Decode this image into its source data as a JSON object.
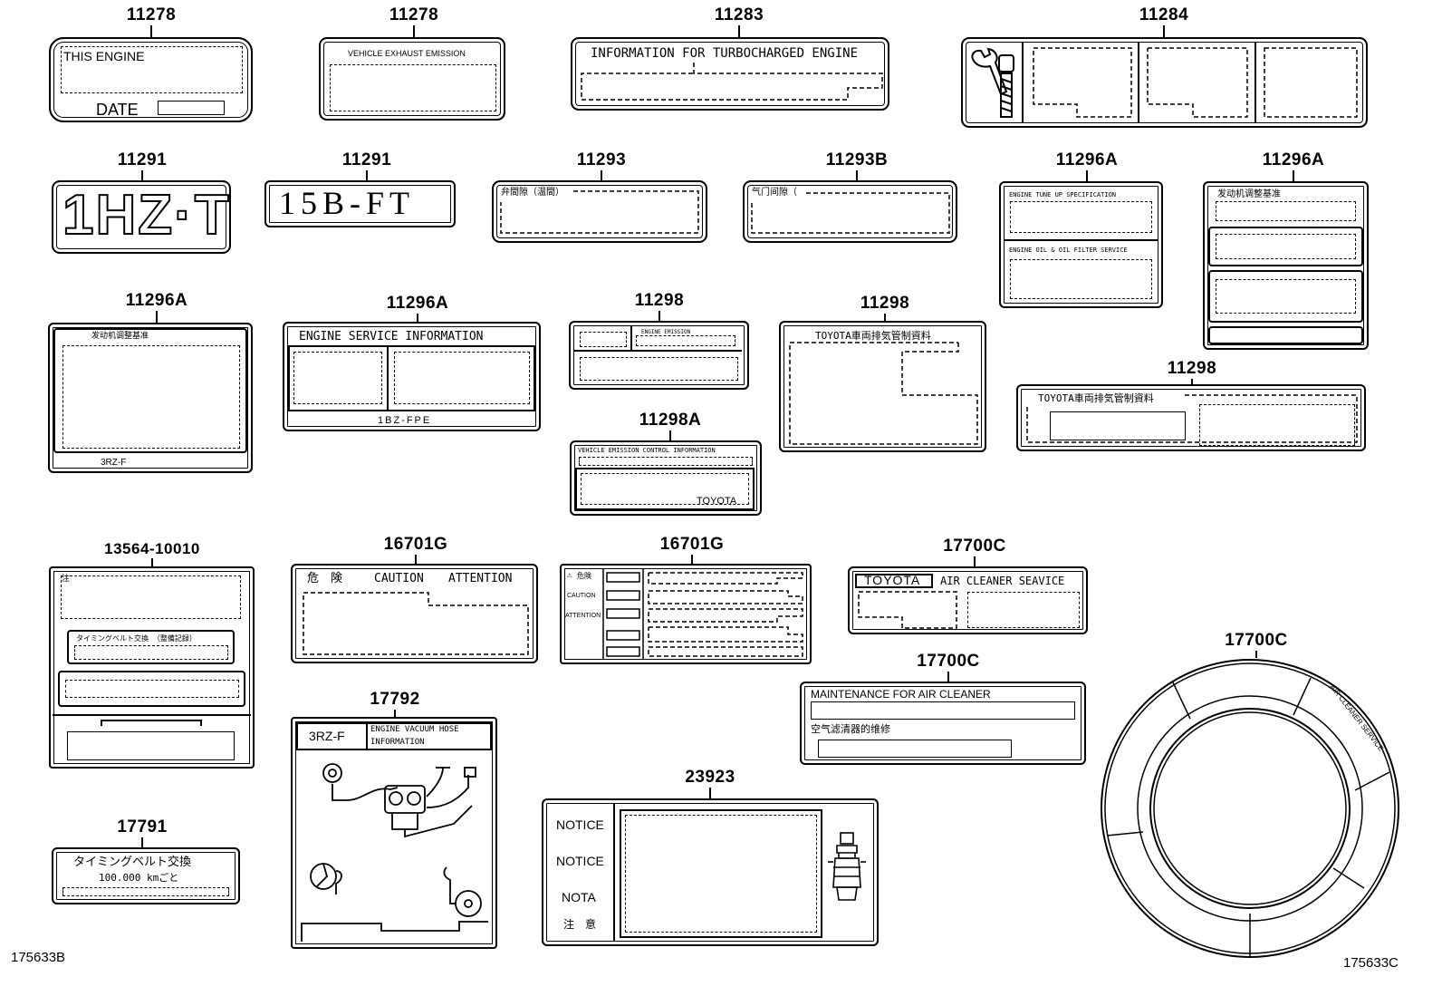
{
  "labels": {
    "a1": {
      "part": "11278",
      "line1": "THIS ENGINE",
      "date": "DATE"
    },
    "a2": {
      "part": "11278",
      "title": "VEHICLE EXHAUST EMISSION"
    },
    "a3": {
      "part": "11283",
      "title": "INFORMATION FOR TURBOCHARGED ENGINE"
    },
    "a4": {
      "part": "11284"
    },
    "b1": {
      "part": "11291",
      "text": "1HZ·T"
    },
    "b2": {
      "part": "11291",
      "text": "15B-FT"
    },
    "b3": {
      "part": "11293",
      "title": "弁間隙（温間）"
    },
    "b4": {
      "part": "11293B",
      "title": "气门间隙（"
    },
    "b5": {
      "part": "11296A",
      "row1": "ENGINE TUNE UP SPECIFICATION",
      "row2": "ENGINE OIL & OIL FILTER SERVICE"
    },
    "b6": {
      "part": "11296A",
      "title": "发动机调整基准"
    },
    "c1": {
      "part": "11296A",
      "title": "发动机调整基准",
      "footer": "3RZ-F"
    },
    "c2": {
      "part": "11296A",
      "title": "ENGINE  SERVICE  INFORMATION",
      "footer": "1BZ-FPE"
    },
    "c3": {
      "part": "11298",
      "title": "ENGINE EMISSION"
    },
    "c4": {
      "part": "11298",
      "title": "TOYOTA車両排気管制資料"
    },
    "c5": {
      "part": "11298",
      "title": "TOYOTA車両排気管制資料"
    },
    "c6": {
      "part": "11298A",
      "title": "VEHICLE EMISSION CONTROL INFORMATION",
      "brand": "TOYOTA"
    },
    "d1": {
      "part": "13564-10010",
      "row1": "注",
      "row2": "タイミングベルト交換 （整備記録）"
    },
    "d2": {
      "part": "16701G",
      "w1": "危　険",
      "w2": "CAUTION",
      "w3": "ATTENTION"
    },
    "d3": {
      "part": "16701G",
      "w1": "危険",
      "w2": "CAUTION",
      "w3": "ATTENTION"
    },
    "d4": {
      "part": "17700C",
      "brand": "TOYOTA",
      "title": "AIR CLEANER SEAVICE"
    },
    "d5": {
      "part": "17700C",
      "title": "MAINTENANCE FOR AIR CLEANER",
      "title2": "空气滤清器的维修"
    },
    "d6": {
      "part": "17700C",
      "ring": "AIR CLEANER SERVICE"
    },
    "e1": {
      "part": "17792",
      "model": "3RZ-F",
      "title1": "ENGINE VACUUM HOSE",
      "title2": "INFORMATION"
    },
    "e2": {
      "part": "17791",
      "line1": "タイミングベルト交換",
      "line2": "100.000 kmごと"
    },
    "e3": {
      "part": "23923",
      "w1": "NOTICE",
      "w2": "NOTICE",
      "w3": "NOTA",
      "w4": "注　意"
    }
  },
  "codes": {
    "left": "175633B",
    "right": "175633C"
  }
}
